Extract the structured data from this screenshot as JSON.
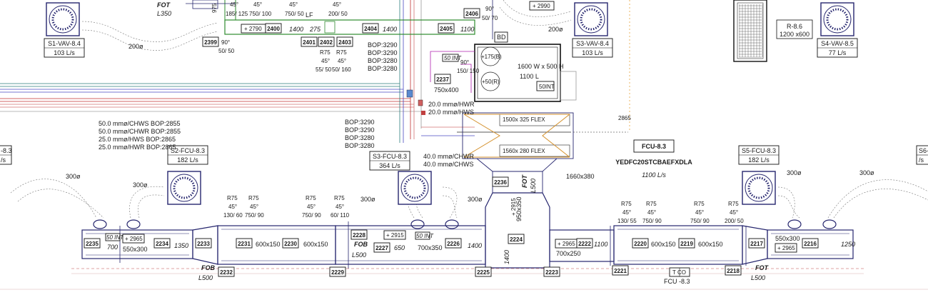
{
  "diffusers": [
    {
      "label": "S1-VAV-8.4",
      "flow": "103 L/s"
    },
    {
      "label": "S3-VAV-8.4",
      "flow": "103 L/s"
    },
    {
      "label": "S4-VAV-8.5",
      "flow": "77 L/s"
    },
    {
      "label": "S2-FCU-8.3",
      "flow": "182 L/s"
    },
    {
      "label": "S3-FCU-8.3",
      "flow": "364 L/s"
    },
    {
      "label": "S5-FCU-8.3",
      "flow": "182 L/s"
    },
    {
      "label": "-8.3",
      "flow": "/s"
    },
    {
      "label": "S6-",
      "flow": "/s"
    }
  ],
  "grille": {
    "label": "R-8.6",
    "size": "1200 x600"
  },
  "fcu": {
    "tag": "FCU-8.3",
    "model": "YEDFC20STCBAEFXDLA",
    "flow": "1100 L/s",
    "unit_size": "1600 W x 500 H",
    "unit_len": "1100 L",
    "int": "50INT",
    "conn1": "+175(B)",
    "conn2": "+50(R)",
    "bd": "BD"
  },
  "flex_labels": [
    "1500x 325 FLEX",
    "1560x 280 FLEX"
  ],
  "pipes_left": [
    "50.0 mmø/CHWS  BOP:2855",
    "50.0 mmø/CHWR  BOP:2855",
    "25.0 mmø/HWS   BOP:2865",
    "25.0 mmø/HWR   BOP:2865"
  ],
  "pipes_mid": [
    "20.0 mmø/HWR",
    "20.0 mmø/HWS"
  ],
  "pipes_low": [
    "40.0 mmø/CHWR",
    "40.0 mmø/CHWS"
  ],
  "bop_top": [
    "BOP:3290",
    "BOP:3290",
    "BOP:3280",
    "BOP:3280"
  ],
  "bop_mid": [
    "BOP:3290",
    "BOP:3290",
    "BOP:3280",
    "BOP:3280"
  ],
  "top_tags": [
    "2399",
    "2400",
    "2401",
    "2402",
    "2403",
    "2404",
    "2405",
    "2406",
    "2237"
  ],
  "bottom_tags": [
    "2235",
    "2234",
    "2233",
    "2232",
    "2231",
    "2230",
    "2229",
    "2228",
    "2227",
    "2226",
    "2225",
    "2224",
    "2223",
    "2222",
    "2221",
    "2220",
    "2219",
    "2218",
    "2217",
    "2216",
    "2236"
  ],
  "texts": {
    "fot": "FOT",
    "fob": "FOB",
    "l350": "L350",
    "l500": "L500",
    "d200": "200ø",
    "d300": "300ø",
    "p2790": "+ 2790",
    "p2990": "+ 2990",
    "p2965": "+ 2965",
    "p2915": "+ 2915",
    "int50": "50 INT",
    "tco": "T CO",
    "s550": "550x300",
    "s600": "600x150",
    "s700": "700x350",
    "s950": "950x350",
    "s700b": "700x250",
    "s750": "750x400",
    "s1660": "1660x380",
    "n1400": "1400",
    "n1350": "1350",
    "n700": "700",
    "n650": "650",
    "n1100": "1100",
    "n1250": "1250",
    "n275": "275",
    "n975": "975",
    "n2865": "2865",
    "lf": "LF",
    "r75": "R75",
    "deg45": "45°",
    "deg90": "90°",
    "d185": "185/ 125",
    "d750_100": "750/ 100",
    "d750_50": "750/ 50",
    "d200_50": "200/ 50",
    "d50_70": "50/ 70",
    "d50_50": "50/ 50",
    "d55_50": "55/ 50",
    "d50_160": "50/ 160",
    "d150_150": "150/ 150",
    "d130_60": "130/ 60",
    "d750_90": "750/ 90",
    "d60_110": "60/ 110",
    "d130_55": "130/ 55",
    "d200_50b": "200/ 50",
    "fcu_bottom": "FCU -8.3"
  }
}
